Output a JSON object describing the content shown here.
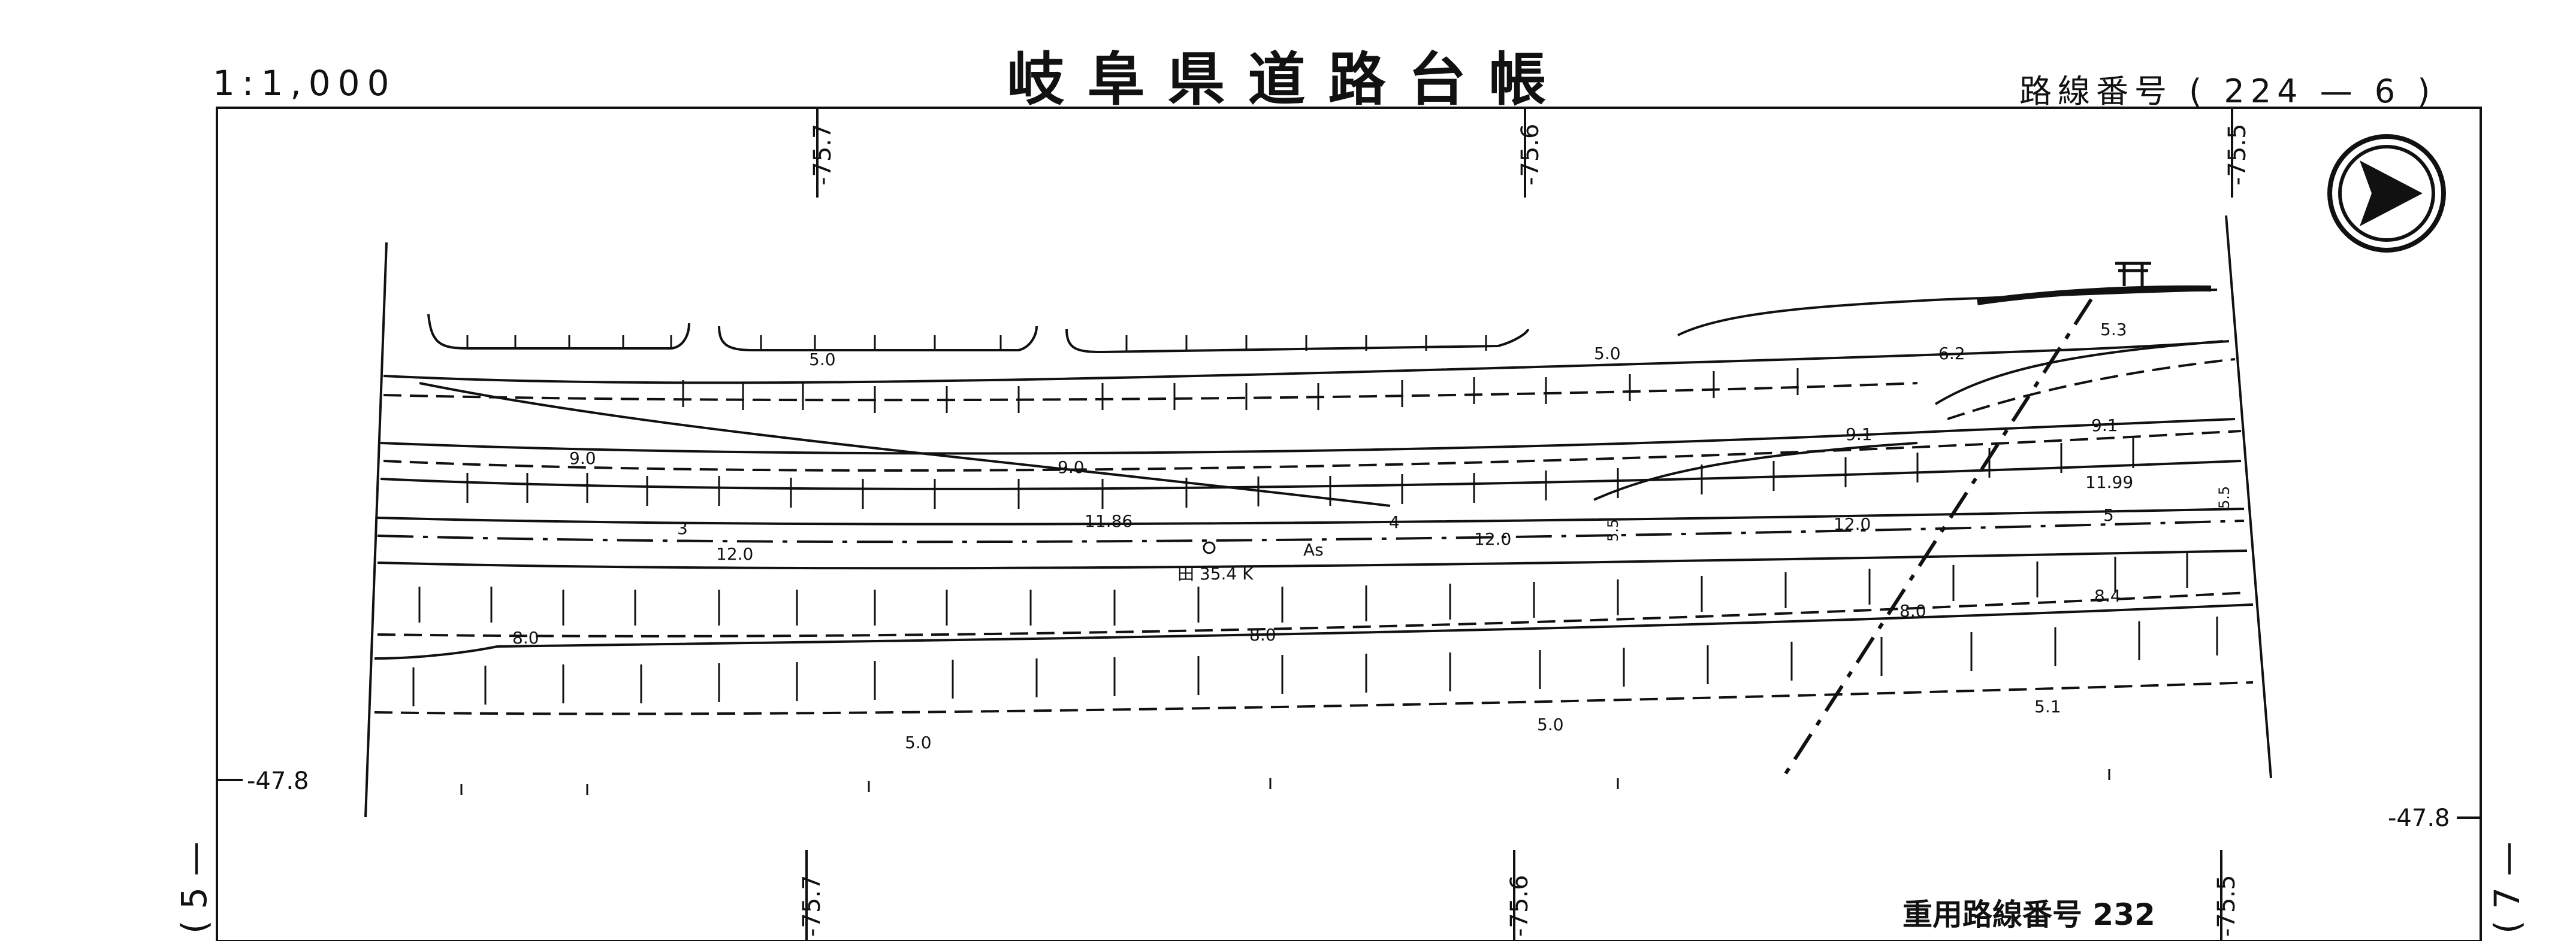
{
  "sheet": {
    "title": "岐阜県道路台帳",
    "scale": "1:1,000",
    "route_number": "路線番号 ( 224 — 6 )",
    "overlap_route": "重用路線番号 232"
  },
  "grid": {
    "top_ticks": [
      "-75.7",
      "-75.6",
      "-75.5"
    ],
    "bottom_ticks": [
      "-75.7",
      "-75.6",
      "-75.5"
    ],
    "left_tick": "-47.8",
    "right_tick": "-47.8",
    "left_page_mark": "( 5 —",
    "right_page_mark": "( 7 —"
  },
  "map": {
    "north_arrow": "north-arrow-icon",
    "spot_heights": [
      "5.0",
      "5.0",
      "6.2",
      "5.3",
      "9.0",
      "9.0",
      "9.1",
      "9.1",
      "11.86",
      "11.99",
      "12.0",
      "12.0",
      "12.0",
      "8.0",
      "8.0",
      "8.0",
      "8.4",
      "5.0",
      "5.0",
      "5.1"
    ],
    "station_marks": [
      "3",
      "4",
      "5"
    ],
    "width_marks": [
      "5.5",
      "5.5"
    ],
    "pavement": "As",
    "benchmark": "田 35.4 K",
    "shrine_icon": "torii-icon"
  }
}
